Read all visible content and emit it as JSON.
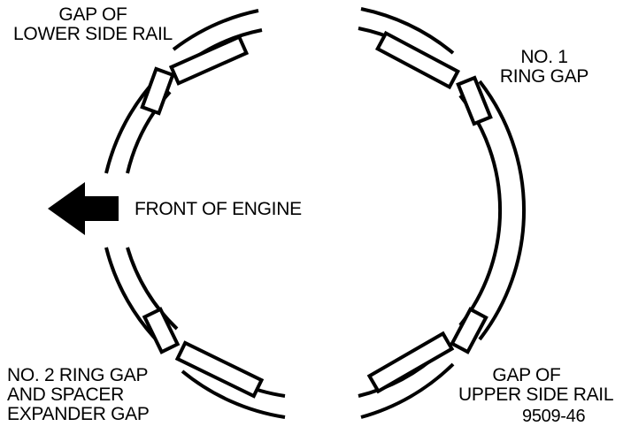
{
  "labels": {
    "lower_side_rail_gap": [
      "GAP OF",
      "LOWER SIDE RAIL"
    ],
    "no1_ring_gap": [
      "NO. 1",
      "RING GAP"
    ],
    "front_of_engine": "FRONT OF ENGINE",
    "no2_ring_gap": [
      "NO. 2 RING GAP",
      "AND SPACER",
      "EXPANDER GAP"
    ],
    "upper_side_rail_gap": [
      "GAP OF",
      "UPPER SIDE RAIL"
    ],
    "figure_number": "9509-46"
  },
  "colors": {
    "ink": "#000000",
    "background": "#ffffff"
  },
  "icons": {
    "direction_arrow": "left-arrow-icon"
  }
}
